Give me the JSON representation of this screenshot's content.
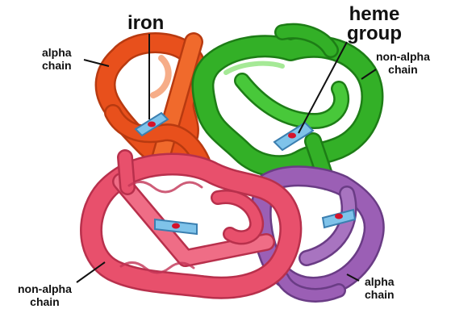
{
  "labels": {
    "iron": "iron",
    "heme_line1": "heme",
    "heme_line2": "group",
    "alpha_top_line1": "alpha",
    "alpha_top_line2": "chain",
    "nonalpha_top_line1": "non-alpha",
    "nonalpha_top_line2": "chain",
    "nonalpha_bottom_line1": "non-alpha",
    "nonalpha_bottom_line2": "chain",
    "alpha_bottom_line1": "alpha",
    "alpha_bottom_line2": "chain"
  },
  "colors": {
    "alpha_top": "#e8501c",
    "nonalpha_top": "#33b027",
    "nonalpha_bottom": "#e8506c",
    "alpha_bottom": "#9b5fb5",
    "heme": "#7fc3ea",
    "iron": "#d4132b"
  }
}
